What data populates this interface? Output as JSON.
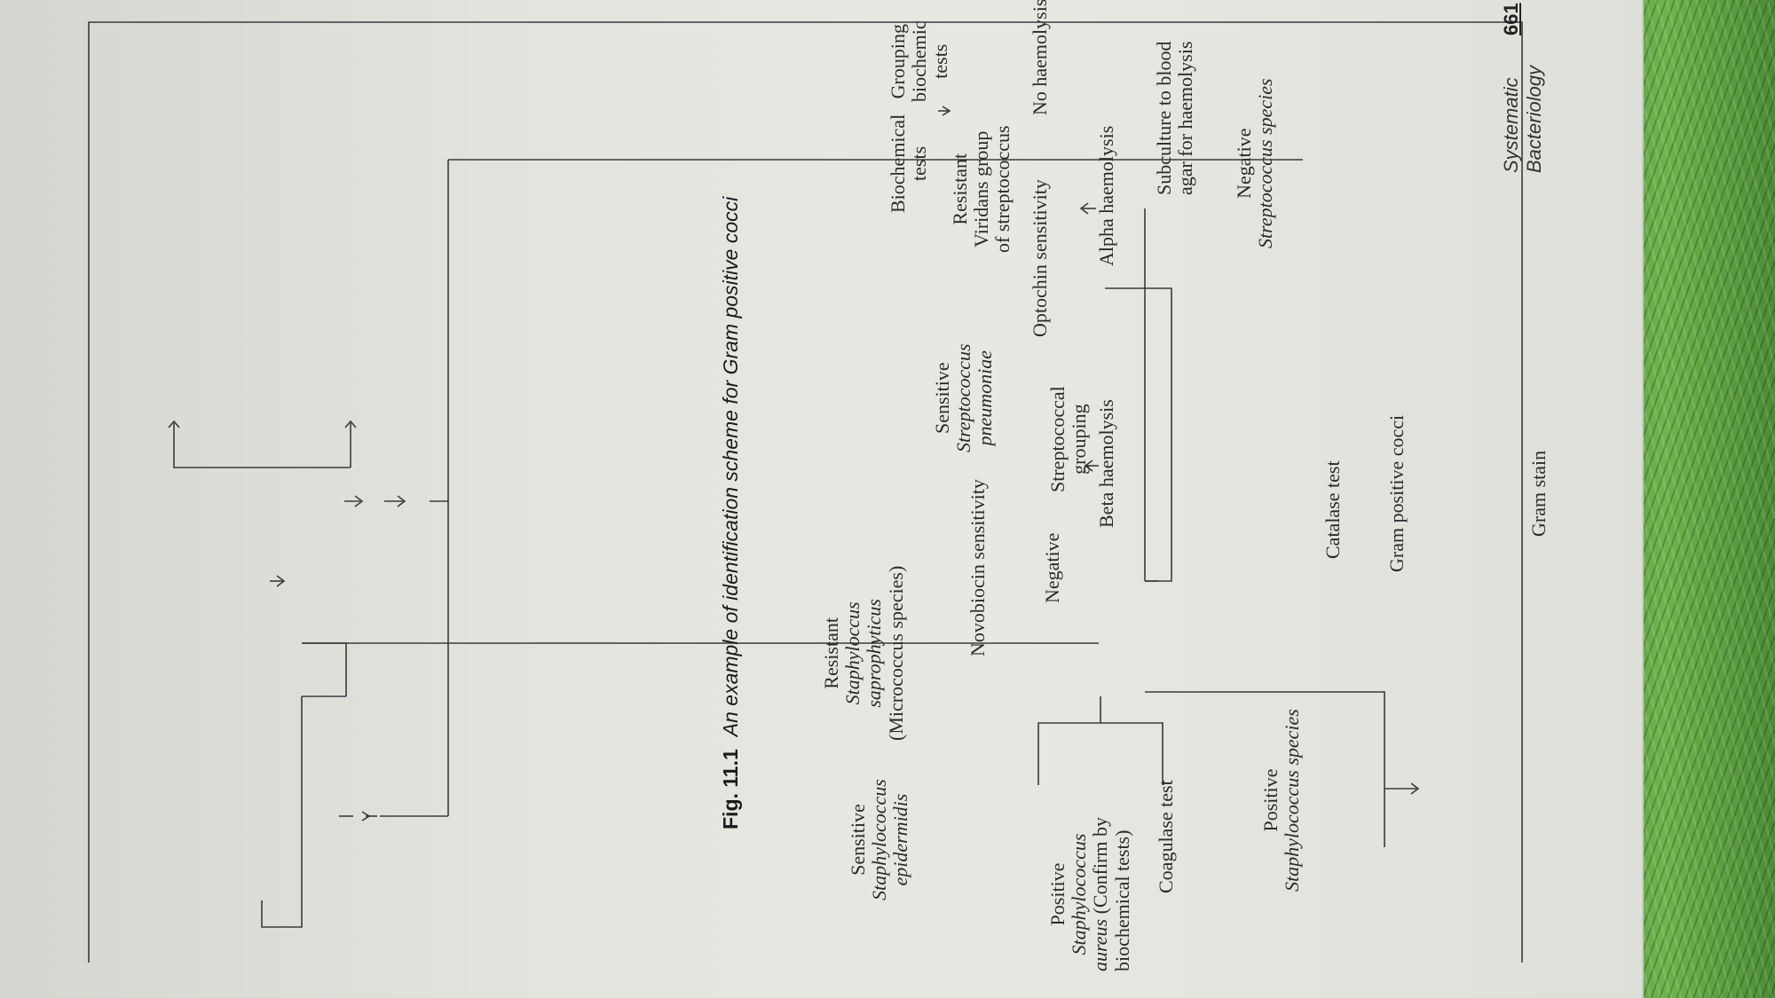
{
  "header": {
    "running_title": "Systematic Bacteriology",
    "page_number": "661"
  },
  "diagram": {
    "gram_stain": "Gram stain",
    "gram_positive_cocci": "Gram positive cocci",
    "catalase_test": "Catalase test",
    "catalase_positive": {
      "label": "Positive",
      "species": "Staphylococcus species"
    },
    "catalase_negative": {
      "label": "Negative",
      "species": "Streptococcus species"
    },
    "coagulase_test": "Coagulase test",
    "coag_positive": {
      "l1": "Positive",
      "l2": "Staphylococcus",
      "l3a": "aureus",
      "l3b": " (Confirm by",
      "l4": "biochemical tests)"
    },
    "coag_negative": "Negative",
    "novobiocin": "Novobiocin sensitivity",
    "novo_sensitive": {
      "label": "Sensitive",
      "l1": "Staphylococcus",
      "l2": "epidermidis"
    },
    "novo_resistant": {
      "label": "Resistant",
      "l1": "Staphyloccus",
      "l2": "saprophyticus",
      "l3": "(Micrococcus species)"
    },
    "subculture": {
      "l1": "Subculture to blood",
      "l2": "agar for haemolysis"
    },
    "beta": "Beta haemolysis",
    "alpha": "Alpha haemolysis",
    "none": "No haemolysis",
    "strep_grouping": {
      "l1": "Streptococcal",
      "l2": "grouping"
    },
    "optochin": "Optochin sensitivity",
    "opto_sensitive": {
      "label": "Sensitive",
      "l1": "Streptococcus",
      "l2": "pneumoniae"
    },
    "opto_resistant": {
      "label": "Resistant",
      "l1": "Viridans group",
      "l2": "of streptococcus"
    },
    "biochem": {
      "l1": "Biochemical",
      "l2": "tests"
    },
    "grouping_biochem": {
      "l1": "Grouping",
      "l2": "biochemic",
      "l3": "tests"
    }
  },
  "caption": {
    "fig_label": "Fig. 11.1",
    "text": "An example of identification scheme for Gram positive cocci"
  }
}
